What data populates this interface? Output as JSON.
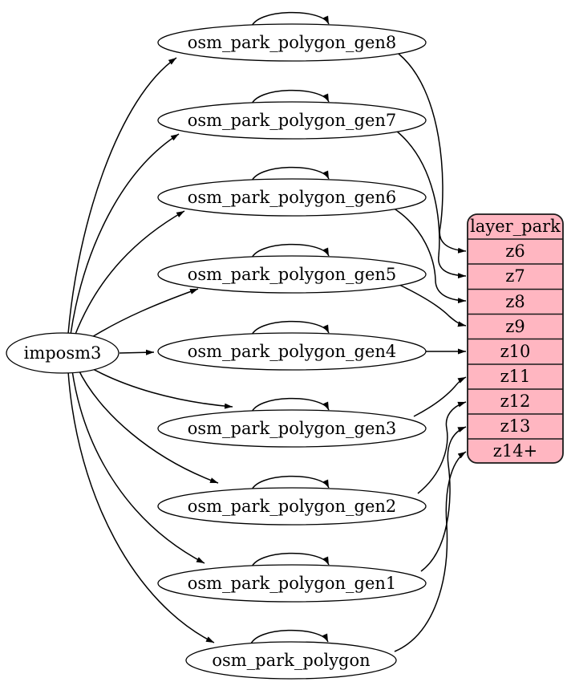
{
  "diagram": {
    "background": "#ffffff",
    "source_node": {
      "label": "imposm3"
    },
    "table_nodes": [
      {
        "label": "osm_park_polygon_gen8",
        "from": "imposm3",
        "self_loop": true,
        "maps_to": "z6"
      },
      {
        "label": "osm_park_polygon_gen7",
        "from": "imposm3",
        "self_loop": true,
        "maps_to": "z7"
      },
      {
        "label": "osm_park_polygon_gen6",
        "from": "imposm3",
        "self_loop": true,
        "maps_to": "z8"
      },
      {
        "label": "osm_park_polygon_gen5",
        "from": "imposm3",
        "self_loop": true,
        "maps_to": "z9"
      },
      {
        "label": "osm_park_polygon_gen4",
        "from": "imposm3",
        "self_loop": true,
        "maps_to": "z10"
      },
      {
        "label": "osm_park_polygon_gen3",
        "from": "imposm3",
        "self_loop": true,
        "maps_to": "z11"
      },
      {
        "label": "osm_park_polygon_gen2",
        "from": "imposm3",
        "self_loop": true,
        "maps_to": "z12"
      },
      {
        "label": "osm_park_polygon_gen1",
        "from": "imposm3",
        "self_loop": true,
        "maps_to": "z13"
      },
      {
        "label": "osm_park_polygon",
        "from": "imposm3",
        "self_loop": true,
        "maps_to": "z14+"
      }
    ],
    "layer_node": {
      "title": "layer_park",
      "rows": [
        "z6",
        "z7",
        "z8",
        "z9",
        "z10",
        "z11",
        "z12",
        "z13",
        "z14+"
      ],
      "fill": "#ffb6c1",
      "stroke": "#000000"
    }
  }
}
